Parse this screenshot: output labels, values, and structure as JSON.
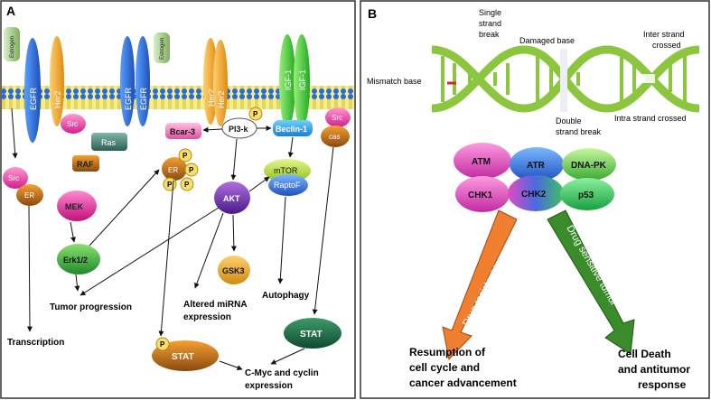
{
  "panel_a": {
    "label": "A",
    "membrane_labels": {
      "estrogen_left": "Estrogen",
      "estrogen_mid": "Estrogen",
      "egfr_left": "EGFR",
      "her2_left": "Her2",
      "egfr_mid_1": "EGFR",
      "egfr_mid_2": "EGFR",
      "her2_mid_1": "Her2",
      "her2_mid_2": "Her2",
      "igf_1": "IGF-1",
      "igf_2": "IGF-1"
    },
    "nodes": {
      "src_left": "Src",
      "er_left": "ER",
      "src_mid": "Src",
      "ras": "Ras",
      "raf": "RAF",
      "mek": "MEK",
      "erk": "Erk1/2",
      "er_mid": "ER",
      "p": "P",
      "bcar3": "Bcar-3",
      "pi3k": "PI3-k",
      "beclin": "Beclin-1",
      "src_right": "Src",
      "cas": "cas",
      "mtor": "mTOR",
      "raptor": "RaptoF",
      "akt": "AKT",
      "gsk3": "GSK3",
      "stat_bottom": "STAT",
      "stat_right": "STAT"
    },
    "text": {
      "tumor_progression": "Tumor progression",
      "altered_mirna_1": "Altered miRNA",
      "altered_mirna_2": "expression",
      "autophagy": "Autophagy",
      "transcription": "Transcription",
      "cmyc_1": "C-Myc and cyclin",
      "cmyc_2": "expression"
    }
  },
  "panel_b": {
    "label": "B",
    "dna_labels": {
      "single_1": "Single",
      "single_2": "strand",
      "single_3": "break",
      "damaged_base": "Damaged base",
      "inter_1": "Inter strand",
      "inter_2": "crossed",
      "mismatch": "Mismatch base",
      "double_1": "Double",
      "double_2": "strand break",
      "intra": "Intra strand crossed"
    },
    "proteins": {
      "atm": "ATM",
      "atr": "ATR",
      "dnapk": "DNA-PK",
      "chk1": "CHK1",
      "chk2": "CHK2",
      "p53": "p53"
    },
    "arrows": {
      "resistant": "Drug resistant tumor",
      "sensitive": "Drug sensitive tumor"
    },
    "outcomes": {
      "resumption_1": "Resumption of",
      "resumption_2": "cell cycle and",
      "resumption_3": "cancer advancement",
      "death_1": "Cell Death",
      "death_2": "and antitumor",
      "death_3": "response"
    }
  },
  "colors": {
    "membrane": "#f2e34a",
    "receptor_blue": "#2d6fd6",
    "receptor_orange": "#f0a020",
    "receptor_green": "#33c233",
    "dna_green": "#8cc63f",
    "arrow_orange": "#f08030",
    "arrow_green": "#3a8c2a"
  }
}
